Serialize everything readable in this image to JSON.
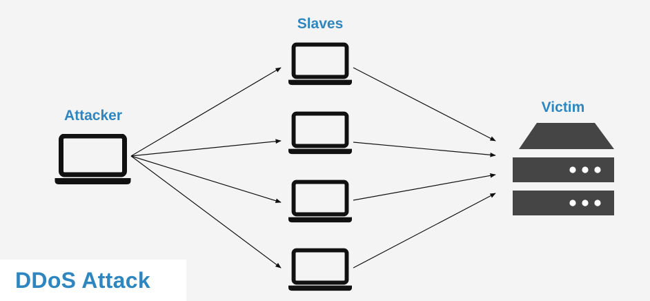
{
  "labels": {
    "attacker": "Attacker",
    "slaves": "Slaves",
    "victim": "Victim"
  },
  "title": "DDoS Attack",
  "colors": {
    "accent": "#2e86c1",
    "device": "#111111",
    "server": "#454545",
    "arrow": "#111111",
    "background": "#f4f4f4"
  },
  "icons": {
    "attacker": "laptop-icon",
    "slaves": "laptop-icon",
    "victim": "server-icon"
  },
  "slave_count": 4
}
